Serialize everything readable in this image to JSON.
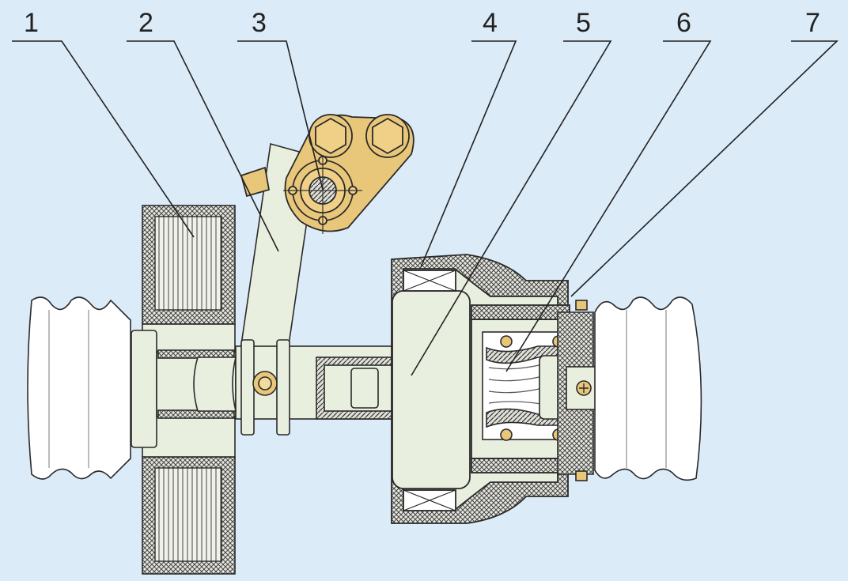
{
  "labels": [
    "1",
    "2",
    "3",
    "4",
    "5",
    "6",
    "7"
  ],
  "colors": {
    "background": "#dcebf8",
    "part_fill": "#e9efdf",
    "brass": "#e9c77a",
    "outline": "#2a2a2a",
    "hatch": "#555555"
  }
}
